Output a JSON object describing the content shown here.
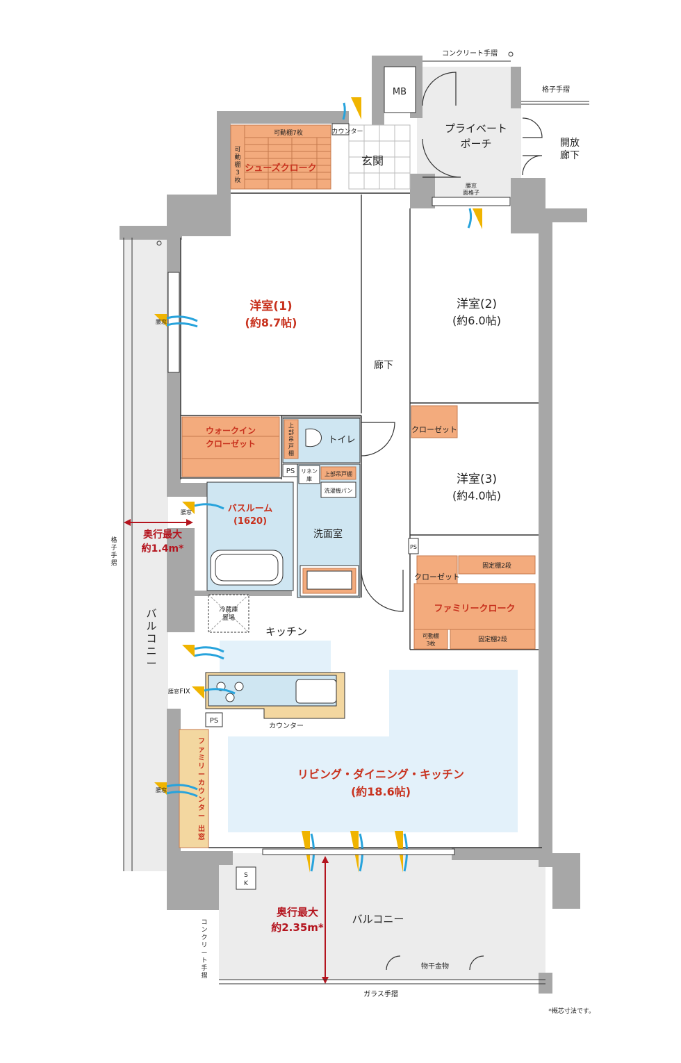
{
  "title": "",
  "labels": {
    "concrete_rail_top": "コンクリート手摺",
    "lattice_rail_top": "格子手摺",
    "mb": "MB",
    "private_porch": [
      "プライベート",
      "ポーチ"
    ],
    "open_corridor": [
      "開放",
      "廊下"
    ],
    "counter_small": "カウンター",
    "movable_shelf_7": "可動棚7枚",
    "movable_shelf_3_vertical": [
      "可",
      "動",
      "棚",
      "3",
      "枚"
    ],
    "shoes_cloak": "シューズクローク",
    "entrance": "玄関",
    "bay_lattice": [
      "面格子"
    ],
    "bay_window_small": "腰窓",
    "room1_name": "洋室(1)",
    "room1_size": "(約8.7帖)",
    "room2_name": "洋室(2)",
    "room2_size": "(約6.0帖)",
    "room3_name": "洋室(3)",
    "room3_size": "(約4.0帖)",
    "corridor": "廊下",
    "walkin": [
      "ウォークイン",
      "クローゼット"
    ],
    "toilet": "トイレ",
    "upper_cabinet": [
      "上",
      "部",
      "吊",
      "戸",
      "棚"
    ],
    "closet": "クローゼット",
    "ps": "PS",
    "linen": [
      "リネン",
      "庫"
    ],
    "upper_hanging_shelf": "上部吊戸棚",
    "washer_pan": "洗濯機パン",
    "bathroom": [
      "バスルーム",
      "(1620)"
    ],
    "washroom": "洗面室",
    "fixed_shelf_2": "固定棚2段",
    "family_cloak": "ファミリークローク",
    "movable_shelf_3": [
      "可動棚",
      "3枚"
    ],
    "fridge": [
      "冷蔵庫",
      "置場"
    ],
    "kitchen": "キッチン",
    "balcony_left": [
      "バ",
      "ル",
      "コ",
      "ニ",
      "ー"
    ],
    "lattice_rail_left": [
      "格",
      "子",
      "手",
      "摺"
    ],
    "depth_left": [
      "奥行最大",
      "約1.4m*"
    ],
    "fix": "FIX",
    "counter": "カウンター",
    "family_counter": [
      "フ",
      "ァ",
      "ミ",
      "リ",
      "ー",
      "カ",
      "ウ",
      "ン",
      "タ",
      "ー"
    ],
    "bay_out": [
      "出",
      "窓"
    ],
    "ldk_name": "リビング・ダイニング・キッチン",
    "ldk_size": "(約18.6帖)",
    "sk": [
      "S",
      "K"
    ],
    "concrete_rail_left": [
      "コ",
      "ン",
      "ク",
      "リ",
      "ー",
      "ト",
      "手",
      "摺"
    ],
    "depth_bottom": [
      "奥行最大",
      "約2.35m*"
    ],
    "balcony_bottom": "バルコニー",
    "drying_hardware": "物干金物",
    "glass_rail": "ガラス手摺",
    "footnote": "*概芯寸法です。"
  },
  "colors": {
    "wall": "#a7a7a7",
    "balcony": "#ececec",
    "storage_orange": "#f3ab7d",
    "wet_blue": "#cfe6f2",
    "living_blue": "#e3f1fa",
    "family_counter": "#f3d7a0",
    "accent_red": "#c8321e",
    "arrow_red": "#b4141e",
    "air_yellow": "#f0b400",
    "air_blue": "#27a3dc"
  }
}
